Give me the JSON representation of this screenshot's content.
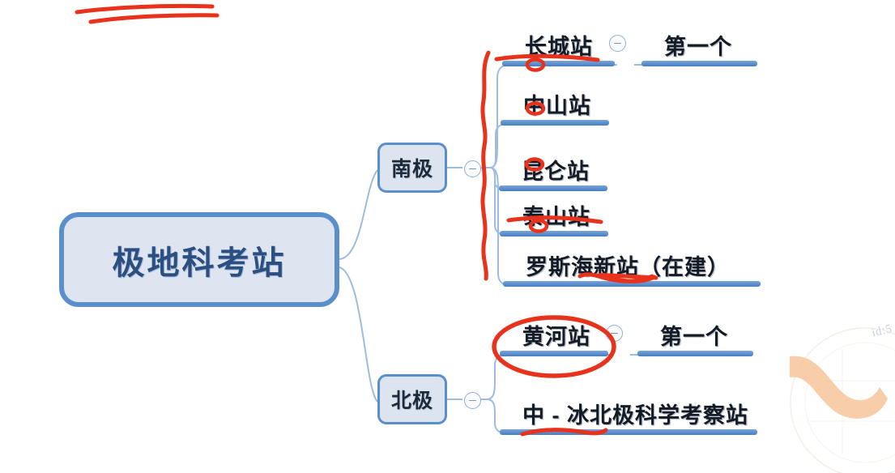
{
  "document": {
    "title": "极地科考站 思维导图",
    "background_color": "#ffffff",
    "accent_color": "#5B8FCC",
    "node_fill_color": "#DCE4F0",
    "root_text_color": "#2B4F81",
    "annotation_color": "#E8321C"
  },
  "mindmap": {
    "root": {
      "label": "极地科考站"
    },
    "branches": [
      {
        "id": "south",
        "label": "南极",
        "toggle": "collapse-minus-icon",
        "children": [
          {
            "id": "changcheng",
            "label": "长城站",
            "toggle": "collapse-minus-icon",
            "children": [
              {
                "id": "changcheng-first",
                "label": "第一个"
              }
            ]
          },
          {
            "id": "zhongshan",
            "label": "中山站",
            "children": []
          },
          {
            "id": "kunlun",
            "label": "昆仑站",
            "children": []
          },
          {
            "id": "taishan",
            "label": "泰山站",
            "children": []
          },
          {
            "id": "luosihai",
            "label": "罗斯海新站（在建）",
            "children": []
          }
        ]
      },
      {
        "id": "north",
        "label": "北极",
        "toggle": "collapse-minus-icon",
        "children": [
          {
            "id": "huanghe",
            "label": "黄河站",
            "toggle": "collapse-minus-icon",
            "children": [
              {
                "id": "huanghe-first",
                "label": "第一个"
              }
            ]
          },
          {
            "id": "zhongbing",
            "label": "中 - 冰北极科学考察站",
            "children": []
          }
        ]
      }
    ]
  },
  "annotations": {
    "color": "#E8321C",
    "items": [
      {
        "name": "top-left-double-stroke",
        "kind": "stroke-pair"
      },
      {
        "name": "south-branch-bracket",
        "kind": "vertical-bracket"
      },
      {
        "name": "changcheng-underline",
        "kind": "underline"
      },
      {
        "name": "changcheng-circle-mark",
        "kind": "small-circle"
      },
      {
        "name": "zhongshan-circle-mark",
        "kind": "small-circle"
      },
      {
        "name": "kunlun-circle-mark",
        "kind": "small-circle"
      },
      {
        "name": "taishan-underline",
        "kind": "underline"
      },
      {
        "name": "taishan-circle-mark",
        "kind": "small-circle"
      },
      {
        "name": "luosihai-squiggle",
        "kind": "squiggle"
      },
      {
        "name": "huanghe-ellipse",
        "kind": "ellipse-highlight"
      },
      {
        "name": "zhongbing-squiggle",
        "kind": "squiggle"
      }
    ]
  },
  "watermark": {
    "id_text": "id:5",
    "decoration": "orange-swoosh"
  }
}
